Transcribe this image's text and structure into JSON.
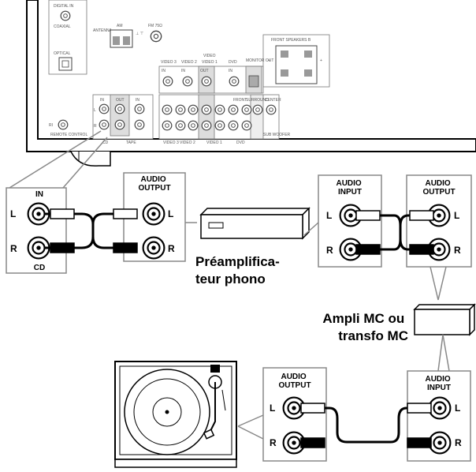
{
  "rear_panel": {
    "digital_in": "DIGITAL IN",
    "coaxial": "COAXIAL",
    "optical": "OPTICAL",
    "antenna": "ANTENNA",
    "am": "AM",
    "fm": "FM 75Ω",
    "video": "VIDEO",
    "video3": "VIDEO 3",
    "video2": "VIDEO 2",
    "video1": "VIDEO 1",
    "dvd": "DVD",
    "monitor_out": "MONITOR OUT",
    "front_speakers_b": "FRONT SPEAKERS B",
    "front": "FRONT",
    "surround": "SURROUND",
    "center": "CENTER",
    "sub_woofer": "SUB WOOFER",
    "in": "IN",
    "out": "OUT",
    "cd": "CD",
    "tape": "TAPE",
    "remote_control": "REMOTE CONTROL",
    "ri": "RI",
    "r": "R",
    "l": "L"
  },
  "cd_input": {
    "title": "IN",
    "left": "L",
    "right": "R",
    "footer": "CD"
  },
  "preamp_output": {
    "title": "AUDIO OUTPUT",
    "left": "L",
    "right": "R"
  },
  "phono_preamp": {
    "label": "Préamplifica-teur phono"
  },
  "phono_input": {
    "title": "AUDIO INPUT",
    "left": "L",
    "right": "R"
  },
  "mc_output": {
    "title": "AUDIO OUTPUT",
    "left": "L",
    "right": "R"
  },
  "mc_amp": {
    "label": "Ampli MC ou transfo MC"
  },
  "mc_input": {
    "title": "AUDIO INPUT",
    "left": "L",
    "right": "R"
  },
  "turntable_output": {
    "title": "AUDIO OUTPUT",
    "left": "L",
    "right": "R"
  },
  "turntable": {}
}
